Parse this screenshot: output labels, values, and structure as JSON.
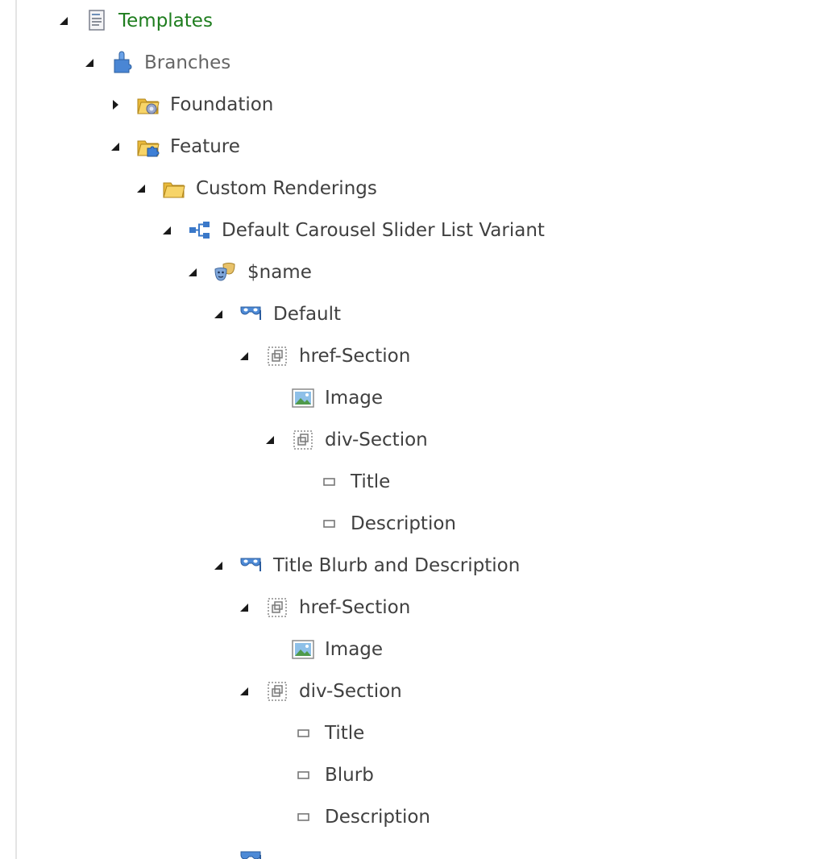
{
  "tree": {
    "root": {
      "label": "Templates",
      "icon": "template-doc-icon",
      "state": "expanded",
      "color": "#1e7d1e"
    },
    "branches": {
      "label": "Branches",
      "icon": "puzzle-icon",
      "state": "expanded"
    },
    "foundation": {
      "label": "Foundation",
      "icon": "gear-folder-icon",
      "state": "collapsed"
    },
    "feature": {
      "label": "Feature",
      "icon": "puzzle-folder-icon",
      "state": "expanded"
    },
    "custom_renderings": {
      "label": "Custom Renderings",
      "icon": "folder-icon",
      "state": "expanded"
    },
    "variant": {
      "label": "Default Carousel Slider List Variant",
      "icon": "hierarchy-icon",
      "state": "expanded"
    },
    "name_item": {
      "label": "$name",
      "icon": "theater-masks-icon",
      "state": "expanded"
    },
    "default": {
      "label": "Default",
      "icon": "mask-icon",
      "state": "expanded",
      "href_section": {
        "label": "href-Section",
        "icon": "section-icon",
        "state": "expanded"
      },
      "image": {
        "label": "Image",
        "icon": "image-icon"
      },
      "div_section": {
        "label": "div-Section",
        "icon": "section-icon",
        "state": "expanded"
      },
      "title": {
        "label": "Title",
        "icon": "field-icon"
      },
      "description": {
        "label": "Description",
        "icon": "field-icon"
      }
    },
    "title_blurb": {
      "label": "Title Blurb and Description",
      "icon": "mask-icon",
      "state": "expanded",
      "href_section": {
        "label": "href-Section",
        "icon": "section-icon",
        "state": "expanded"
      },
      "image": {
        "label": "Image",
        "icon": "image-icon"
      },
      "div_section": {
        "label": "div-Section",
        "icon": "section-icon",
        "state": "expanded"
      },
      "title": {
        "label": "Title",
        "icon": "field-icon"
      },
      "blurb": {
        "label": "Blurb",
        "icon": "field-icon"
      },
      "description": {
        "label": "Description",
        "icon": "field-icon"
      }
    }
  }
}
